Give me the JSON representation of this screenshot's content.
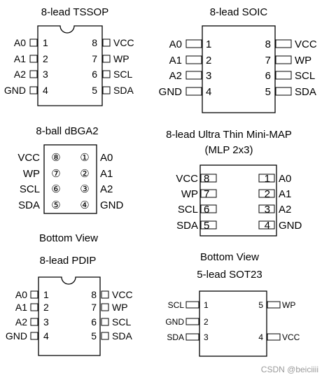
{
  "packages": {
    "tssop": {
      "title": "8-lead TSSOP",
      "left_pins": [
        {
          "name": "A0",
          "num": "1"
        },
        {
          "name": "A1",
          "num": "2"
        },
        {
          "name": "A2",
          "num": "3"
        },
        {
          "name": "GND",
          "num": "4"
        }
      ],
      "right_pins": [
        {
          "name": "VCC",
          "num": "8"
        },
        {
          "name": "WP",
          "num": "7"
        },
        {
          "name": "SCL",
          "num": "6"
        },
        {
          "name": "SDA",
          "num": "5"
        }
      ]
    },
    "soic": {
      "title": "8-lead SOIC",
      "left_pins": [
        {
          "name": "A0",
          "num": "1"
        },
        {
          "name": "A1",
          "num": "2"
        },
        {
          "name": "A2",
          "num": "3"
        },
        {
          "name": "GND",
          "num": "4"
        }
      ],
      "right_pins": [
        {
          "name": "VCC",
          "num": "8"
        },
        {
          "name": "WP",
          "num": "7"
        },
        {
          "name": "SCL",
          "num": "6"
        },
        {
          "name": "SDA",
          "num": "5"
        }
      ]
    },
    "dbga2": {
      "title": "8-ball dBGA2",
      "caption": "Bottom View",
      "left_balls": [
        {
          "name": "VCC",
          "num": "⑧"
        },
        {
          "name": "WP",
          "num": "⑦"
        },
        {
          "name": "SCL",
          "num": "⑥"
        },
        {
          "name": "SDA",
          "num": "⑤"
        }
      ],
      "right_balls": [
        {
          "name": "A0",
          "num": "①"
        },
        {
          "name": "A1",
          "num": "②"
        },
        {
          "name": "A2",
          "num": "③"
        },
        {
          "name": "GND",
          "num": "④"
        }
      ]
    },
    "minimap": {
      "title_line1": "8-lead Ultra Thin Mini-MAP",
      "title_line2": "(MLP 2x3)",
      "caption": "Bottom View",
      "left_pins": [
        {
          "name": "VCC",
          "num": "8"
        },
        {
          "name": "WP",
          "num": "7"
        },
        {
          "name": "SCL",
          "num": "6"
        },
        {
          "name": "SDA",
          "num": "5"
        }
      ],
      "right_pins": [
        {
          "name": "A0",
          "num": "1"
        },
        {
          "name": "A1",
          "num": "2"
        },
        {
          "name": "A2",
          "num": "3"
        },
        {
          "name": "GND",
          "num": "4"
        }
      ]
    },
    "pdip": {
      "title": "8-lead PDIP",
      "left_pins": [
        {
          "name": "A0",
          "num": "1"
        },
        {
          "name": "A1",
          "num": "2"
        },
        {
          "name": "A2",
          "num": "3"
        },
        {
          "name": "GND",
          "num": "4"
        }
      ],
      "right_pins": [
        {
          "name": "VCC",
          "num": "8"
        },
        {
          "name": "WP",
          "num": "7"
        },
        {
          "name": "SCL",
          "num": "6"
        },
        {
          "name": "SDA",
          "num": "5"
        }
      ]
    },
    "sot23": {
      "title": "5-lead SOT23",
      "left_pins": [
        {
          "name": "SCL",
          "num": "1"
        },
        {
          "name": "GND",
          "num": "2"
        },
        {
          "name": "SDA",
          "num": "3"
        }
      ],
      "right_pins": [
        {
          "name": "WP",
          "num": "5"
        },
        {
          "name": "VCC",
          "num": "4"
        }
      ]
    }
  },
  "watermark": "CSDN @beiciiii"
}
